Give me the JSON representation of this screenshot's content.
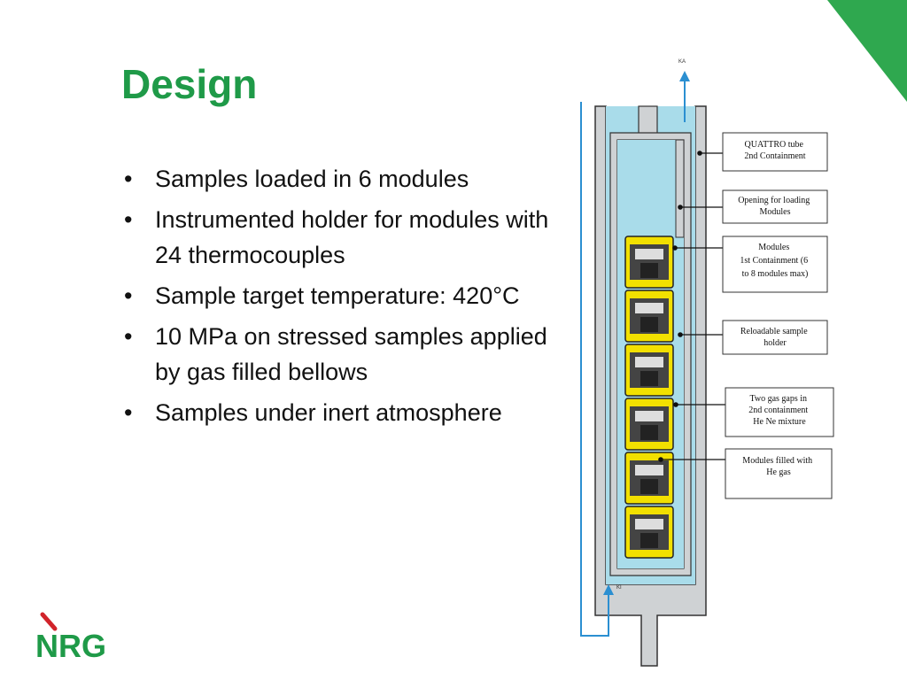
{
  "slide": {
    "title": "Design",
    "bullet_glyph": "•",
    "bullets": [
      "Samples loaded in 6 modules",
      "Instrumented holder for modules with 24 thermocouples",
      "Sample target temperature: 420°C",
      "10 MPa on stressed samples applied by gas filled bellows",
      "Samples under inert atmosphere"
    ]
  },
  "diagram": {
    "ka_label": "KA",
    "ki_label": "KI",
    "callouts": [
      {
        "lines": [
          "QUATTRO tube",
          "2nd Containment"
        ]
      },
      {
        "lines": [
          "Opening for loading",
          "Modules"
        ]
      },
      {
        "lines": [
          "Modules",
          "1st Containment (6",
          "to 8 modules max)"
        ]
      },
      {
        "lines": [
          "Reloadable sample",
          "holder"
        ]
      },
      {
        "lines": [
          "Two gas gaps in",
          "2nd containment",
          "He Ne mixture"
        ]
      },
      {
        "lines": [
          "Modules filled with",
          "He gas"
        ]
      }
    ]
  },
  "logo": {
    "text": "NRG"
  },
  "colors": {
    "title_green": "#1f9a48",
    "corner_green": "#2fa84f",
    "water_blue": "#a9dcea",
    "wall_grey": "#cfd2d4",
    "module_yellow": "#f2e000",
    "logo_red": "#d1232a",
    "arrow_blue": "#2b8fd1"
  }
}
